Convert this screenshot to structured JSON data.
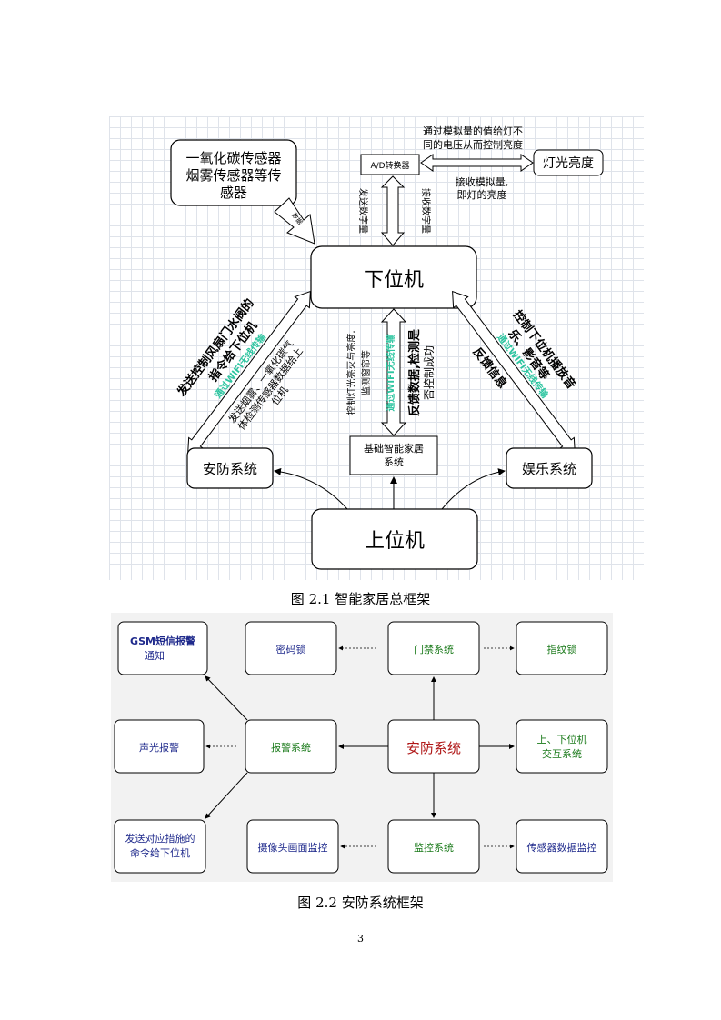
{
  "figure1": {
    "sensor_lines": [
      "一氧化碳传感器",
      "烟雾传感器等传",
      "感器"
    ],
    "sensor_arrow_label": "数据",
    "ad_box": "A/D转换器",
    "lamp_box": "灯光亮度",
    "top_note_lines": [
      "通过模拟量的值给灯不",
      "同的电压从而控制亮度"
    ],
    "bottom_note_lines": [
      "接收模拟量,",
      "即灯的亮度"
    ],
    "send_digital": "发送数字量",
    "receive_digital": "接收数字量",
    "lower_machine": "下位机",
    "left_text_1": "发送控制风扇门水阀的",
    "left_text_2": "指令给下位机",
    "left_wifi": "通过WIFI无线传输",
    "left_text_3": "发送烟雾、一氧化碳气",
    "left_text_4": "体检测传感器数据给上",
    "left_text_5": "位机",
    "center_text_1": "控制灯光亮灭与亮度,",
    "center_text_2": "监测窗帘等",
    "center_wifi": "通过WIFI无线传输",
    "center_text_3": "反馈数据,检测是",
    "center_text_4": "否控制成功",
    "right_text_1": "控制下位机播放音",
    "right_text_2": "乐、影音等",
    "right_wifi": "通过WIFI无线传输",
    "right_text_3": "反馈信息",
    "security": "安防系统",
    "basic_home_lines": [
      "基础智能家居",
      "系统"
    ],
    "entertainment": "娱乐系统",
    "upper_machine": "上位机"
  },
  "caption1": "图 2.1 智能家居总框架",
  "figure2": {
    "gsm_lines": [
      "GSM短信报警",
      "通知"
    ],
    "password_lock": "密码锁",
    "access_control": "门禁系统",
    "fingerprint_lock": "指纹锁",
    "sound_light_alarm": "声光报警",
    "alarm_system": "报警系统",
    "security_system": "安防系统",
    "interaction_lines": [
      "上、下位机",
      "交互系统"
    ],
    "command_lines": [
      "发送对应措施的",
      "命令给下位机"
    ],
    "camera_monitor": "摄像头画面监控",
    "monitor_system": "监控系统",
    "sensor_monitor": "传感器数据监控"
  },
  "caption2": "图 2.2 安防系统框架",
  "page_number": "3"
}
